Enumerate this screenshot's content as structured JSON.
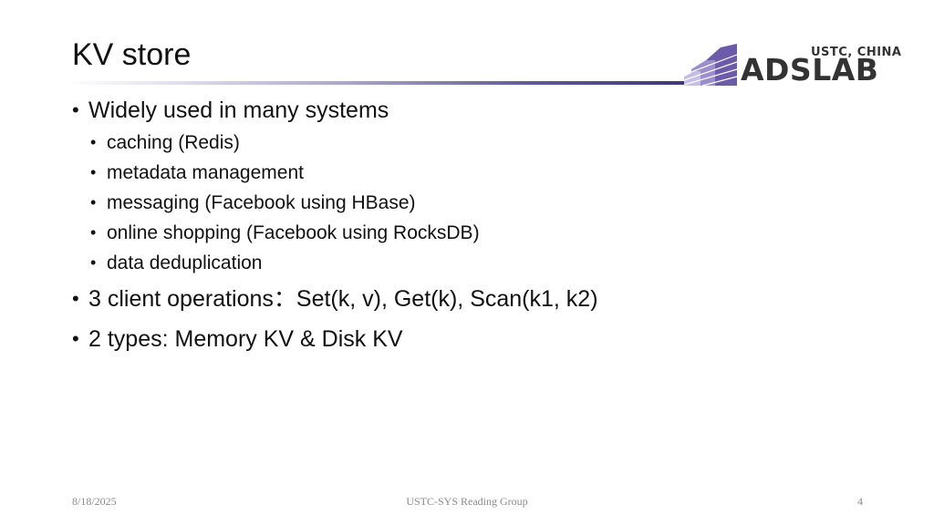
{
  "slide": {
    "title": "KV store",
    "logo": {
      "caption": "USTC, CHINA",
      "word": "ADSLAB",
      "colors": {
        "purple": "#6b5ba8",
        "light_purple": "#9a8fcc",
        "text": "#333333"
      }
    },
    "bullets": [
      {
        "text": "Widely used in many systems",
        "sub": [
          "caching (Redis)",
          "metadata management",
          "messaging (Facebook using HBase)",
          "online shopping (Facebook using RocksDB)",
          "data deduplication"
        ]
      },
      {
        "text": "3 client operations：Set(k, v), Get(k), Scan(k1, k2)"
      },
      {
        "text": "2 types: Memory KV & Disk KV"
      }
    ]
  },
  "footer": {
    "date": "8/18/2025",
    "center": "USTC-SYS Reading Group",
    "page": "4"
  }
}
